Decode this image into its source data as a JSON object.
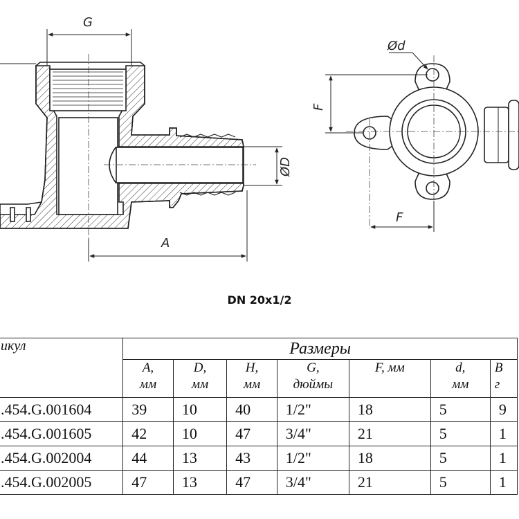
{
  "drawing": {
    "labels": {
      "G": "G",
      "D": "ØD",
      "A": "A",
      "F_vertical": "F",
      "F_horizontal": "F",
      "d": "Ød"
    },
    "caption": "DN 20x1/2"
  },
  "table": {
    "article_header": "икул",
    "group_header": "Размеры",
    "columns": [
      {
        "name": "A,",
        "unit": "мм"
      },
      {
        "name": "D,",
        "unit": "мм"
      },
      {
        "name": "H,",
        "unit": "мм"
      },
      {
        "name": "G,",
        "unit": "дюймы"
      },
      {
        "name": "F, мм",
        "unit": ""
      },
      {
        "name": "d,",
        "unit": "мм"
      },
      {
        "name": "B",
        "unit": "г"
      }
    ],
    "rows": [
      {
        "article": ".454.G.001604",
        "A": "39",
        "D": "10",
        "H": "40",
        "G": "1/2\"",
        "F": "18",
        "d": "5",
        "B": "9"
      },
      {
        "article": ".454.G.001605",
        "A": "42",
        "D": "10",
        "H": "47",
        "G": "3/4\"",
        "F": "21",
        "d": "5",
        "B": "1"
      },
      {
        "article": ".454.G.002004",
        "A": "44",
        "D": "13",
        "H": "43",
        "G": "1/2\"",
        "F": "18",
        "d": "5",
        "B": "1"
      },
      {
        "article": ".454.G.002005",
        "A": "47",
        "D": "13",
        "H": "47",
        "G": "3/4\"",
        "F": "21",
        "d": "5",
        "B": "1"
      }
    ]
  }
}
